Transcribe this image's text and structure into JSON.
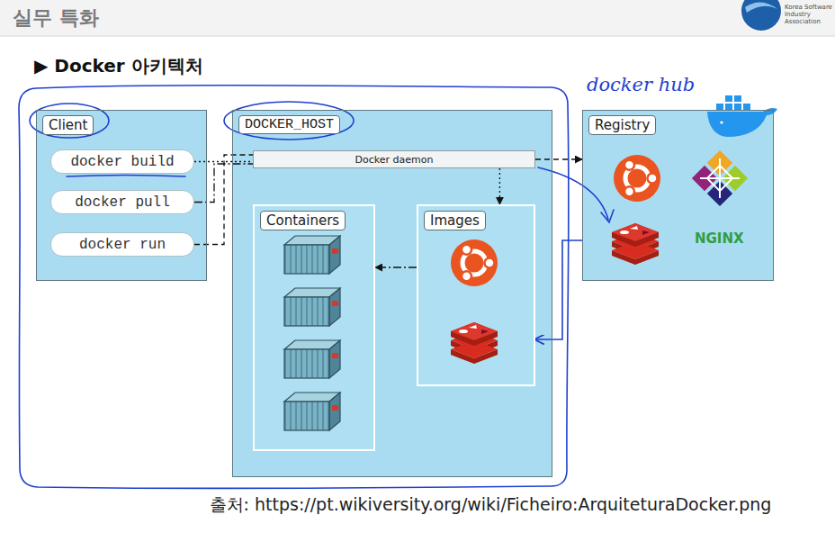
{
  "diagram": {
    "title": "▶ Docker 아키텍처",
    "caption": "출처: https://pt.wikiversity.org/wiki/Ficheiro:ArquiteturaDocker.png",
    "nodes": [
      {
        "text": [
          "Client"
        ]
      },
      {
        "text": [
          "docker build"
        ],
        "in": 0
      },
      {
        "text": [
          "docker pull"
        ],
        "in": 0
      },
      {
        "text": [
          "docker run"
        ],
        "in": 0
      },
      {
        "text": [
          "DOCKER_HOST"
        ]
      },
      {
        "text": [
          "Docker daemon"
        ],
        "in": 4
      },
      {
        "text": [
          "Containers"
        ],
        "in": 4
      },
      {
        "text": [
          "Images"
        ],
        "in": 4
      },
      {
        "text": [
          "Registry"
        ]
      }
    ],
    "edges": [
      {
        "from": 1,
        "to": 5,
        "arrow": "none"
      },
      {
        "from": 2,
        "to": 5,
        "arrow": "none"
      },
      {
        "from": 3,
        "to": 5,
        "arrow": "none"
      },
      {
        "from": 5,
        "to": 7,
        "arrow": "to"
      },
      {
        "from": 5,
        "to": 8,
        "arrow": "to"
      },
      {
        "from": 8,
        "to": 7,
        "arrow": "to"
      },
      {
        "from": 7,
        "to": 6,
        "arrow": "to"
      }
    ],
    "labels": [
      "실무 특화",
      "Korea Software Industry Association",
      "docker hub",
      "NGINX"
    ]
  }
}
